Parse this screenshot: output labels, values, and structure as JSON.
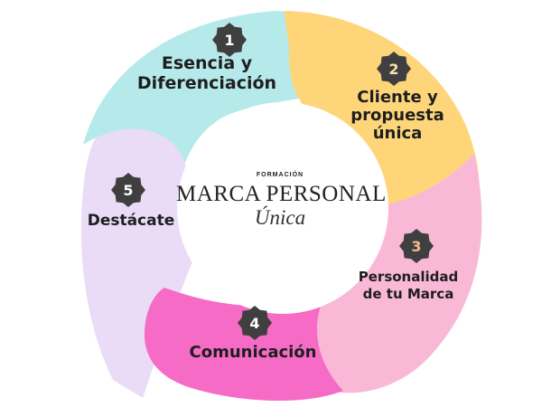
{
  "center": {
    "eyebrow": "FORMACIÓN",
    "title": "MARCA PERSONAL",
    "subtitle": "Única"
  },
  "segments": [
    {
      "num": "1",
      "lines": [
        "Esencia y",
        "Diferenciación"
      ],
      "color": "#b6e9ea",
      "badge_text_color": "#ffffff"
    },
    {
      "num": "2",
      "lines": [
        "Cliente y",
        "propuesta",
        "única"
      ],
      "color": "#fed679",
      "badge_text_color": "#f6e3b0"
    },
    {
      "num": "3",
      "lines": [
        "Personalidad",
        "de tu Marca"
      ],
      "color": "#f9b9d6",
      "badge_text_color": "#f1b990"
    },
    {
      "num": "4",
      "lines": [
        "Comunicación"
      ],
      "color": "#f66bc5",
      "badge_text_color": "#ffffff"
    },
    {
      "num": "5",
      "lines": [
        "Destácate"
      ],
      "color": "#eadcf6",
      "badge_text_color": "#ffffff"
    }
  ],
  "badge_color": "#3f3f3f"
}
